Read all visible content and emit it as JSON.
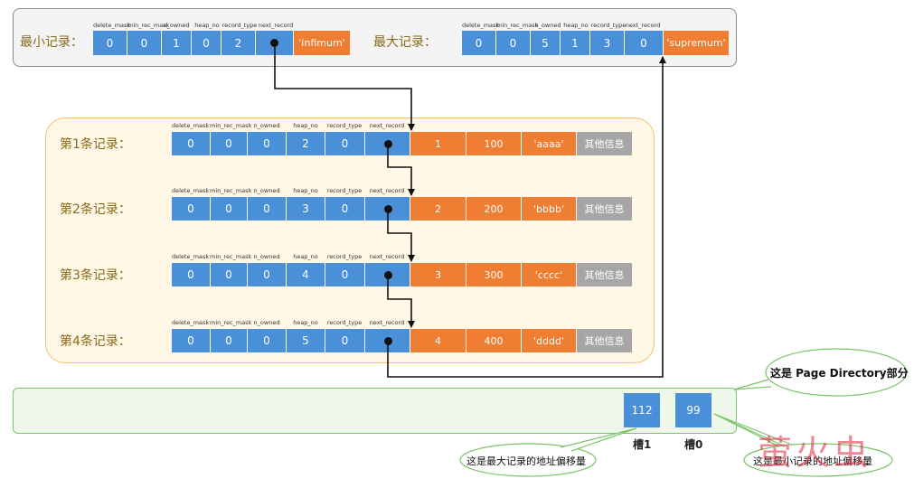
{
  "headers": [
    "delete_mask",
    "min_rec_mask",
    "n_owned",
    "heap_no",
    "record_type",
    "next_record"
  ],
  "min_record": {
    "label": "最小记录：",
    "values": [
      "0",
      "0",
      "1",
      "0",
      "2",
      ""
    ],
    "data": "'infimum'"
  },
  "max_record": {
    "label": "最大记录：",
    "values": [
      "0",
      "0",
      "5",
      "1",
      "3",
      "0"
    ],
    "data": "'supremum'"
  },
  "user_records": [
    {
      "label": "第1条记录：",
      "values": [
        "0",
        "0",
        "0",
        "2",
        "0",
        ""
      ],
      "c1": "1",
      "c2": "100",
      "c3": "'aaaa'",
      "other": "其他信息"
    },
    {
      "label": "第2条记录：",
      "values": [
        "0",
        "0",
        "0",
        "3",
        "0",
        ""
      ],
      "c1": "2",
      "c2": "200",
      "c3": "'bbbb'",
      "other": "其他信息"
    },
    {
      "label": "第3条记录：",
      "values": [
        "0",
        "0",
        "0",
        "4",
        "0",
        ""
      ],
      "c1": "3",
      "c2": "300",
      "c3": "'cccc'",
      "other": "其他信息"
    },
    {
      "label": "第4条记录：",
      "values": [
        "0",
        "0",
        "0",
        "5",
        "0",
        ""
      ],
      "c1": "4",
      "c2": "400",
      "c3": "'dddd'",
      "other": "其他信息"
    }
  ],
  "page_directory": {
    "callout": "这是 Page Directory部分",
    "slots": [
      {
        "value": "112",
        "label": "槽1"
      },
      {
        "value": "99",
        "label": "槽0"
      }
    ],
    "note_max": "这是最大记录的地址偏移量",
    "note_min": "这是最小记录的地址偏移量"
  },
  "watermark": "萤火虫"
}
